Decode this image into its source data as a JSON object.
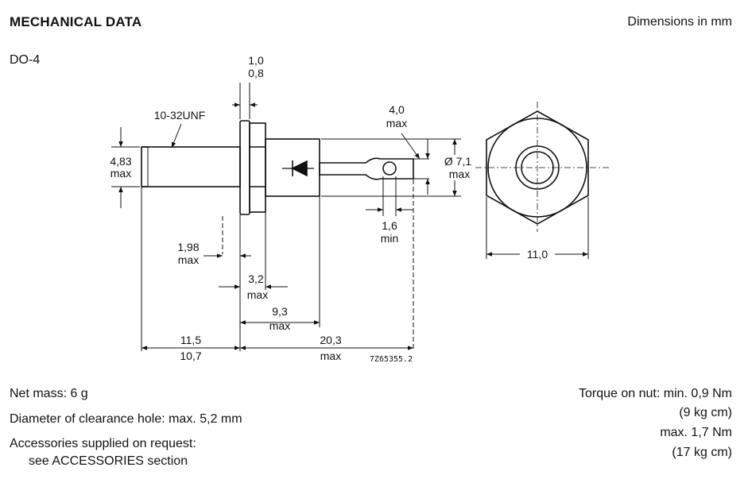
{
  "header": {
    "title": "MECHANICAL DATA",
    "units": "Dimensions in mm"
  },
  "package": "DO-4",
  "dims": {
    "washer_top": "1,0",
    "washer_bot": "0,8",
    "thread": "10-32UNF",
    "thread_dia": "4,83",
    "thread_dia_q": "max",
    "term_w": "4,0",
    "term_w_q": "max",
    "body_dia": "Ø 7,1",
    "body_dia_q": "max",
    "hole": "1,6",
    "hole_q": "min",
    "stud_end": "1,98",
    "stud_end_q": "max",
    "hex_len": "3,2",
    "hex_len_q": "max",
    "body_len": "9,3",
    "body_len_q": "max",
    "stud_len_top": "11,5",
    "stud_len_bot": "10,7",
    "total_len": "20,3",
    "total_len_q": "max",
    "hex_af": "11,0",
    "drawing_ref": "7Z65355.2"
  },
  "notes": {
    "net_mass": "Net mass: 6 g",
    "clearance": "Diameter of clearance hole: max. 5,2 mm",
    "accessories": "Accessories supplied on request:",
    "accessories_ref": "see ACCESSORIES section"
  },
  "torque": {
    "line1": "Torque on nut: min. 0,9 Nm",
    "line2": "(9 kg cm)",
    "line3": "max. 1,7 Nm",
    "line4": "(17 kg cm)"
  }
}
